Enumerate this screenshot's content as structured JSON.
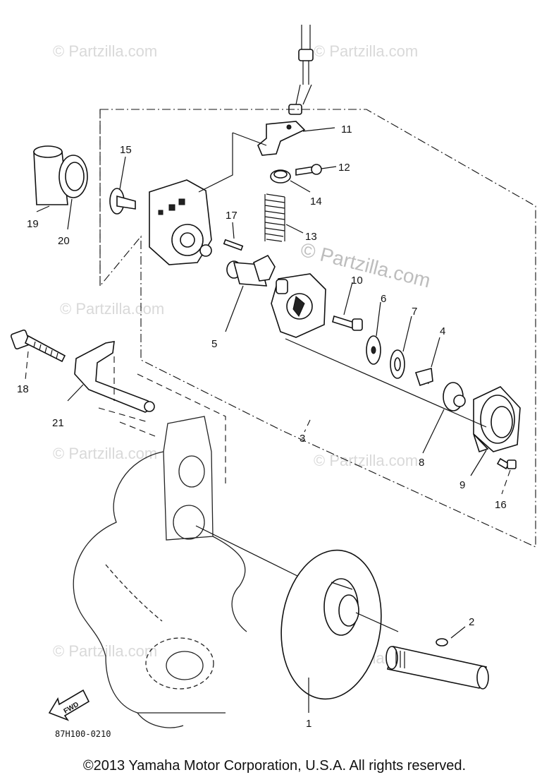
{
  "watermark": "© Partzilla.com",
  "watermark_large": "© Partzilla.com",
  "diagram_code": "87H100-0210",
  "fwd_label": "FWD",
  "copyright": "©2013  Yamaha Motor Corporation, U.S.A. All rights reserved.",
  "callouts": {
    "n1": "1",
    "n2": "2",
    "n3": "3",
    "n4": "4",
    "n5": "5",
    "n6": "6",
    "n7": "7",
    "n8": "8",
    "n9": "9",
    "n10": "10",
    "n11": "11",
    "n12": "12",
    "n13": "13",
    "n14": "14",
    "n15": "15",
    "n16": "16",
    "n17": "17",
    "n18": "18",
    "n19": "19",
    "n20": "20",
    "n21": "21"
  }
}
